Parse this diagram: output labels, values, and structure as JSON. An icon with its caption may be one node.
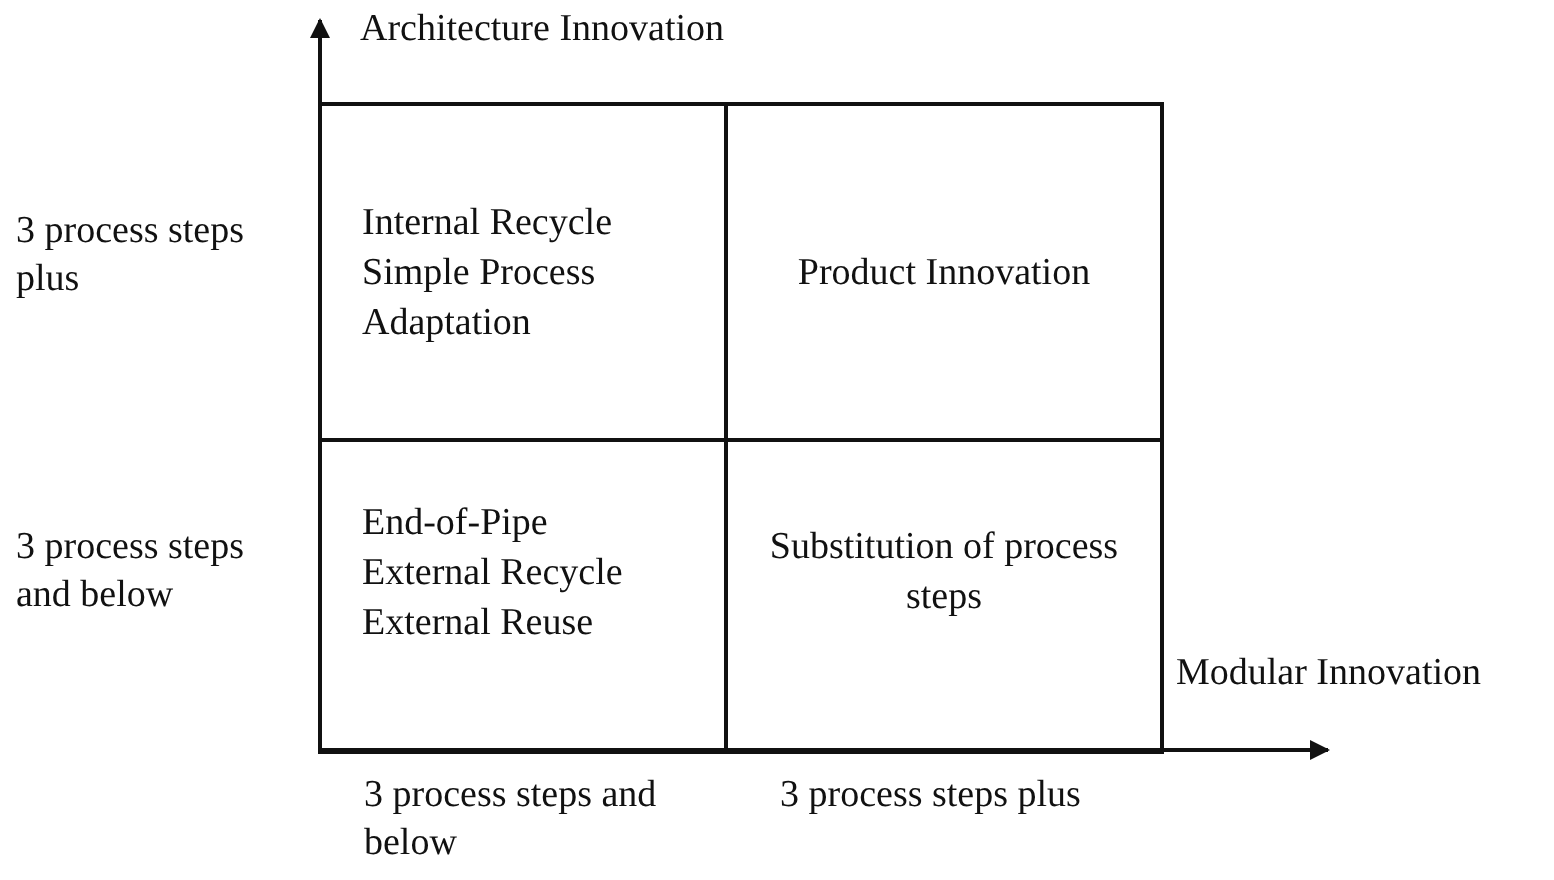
{
  "diagram": {
    "nodes": [
      {
        "text": [
          "Internal Recycle",
          "Simple Process Adaptation"
        ]
      },
      {
        "text": [
          "Product Innovation"
        ]
      },
      {
        "text": [
          "End-of-Pipe",
          "External Recycle",
          "External Reuse"
        ]
      },
      {
        "text": [
          "Substitution of process steps"
        ]
      }
    ],
    "labels": [
      "Architecture Innovation",
      "3 process steps plus",
      "3 process steps and below",
      "Modular Innovation",
      "3 process steps and below",
      "3 process steps plus"
    ]
  }
}
